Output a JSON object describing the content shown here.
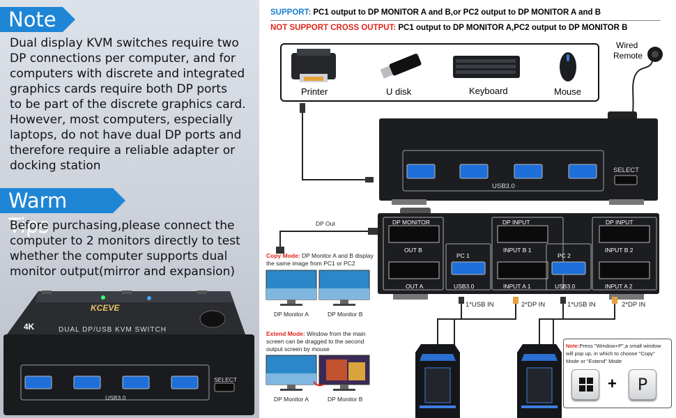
{
  "note": {
    "heading": "Note",
    "lines": [
      "Dual display KVM switches require two",
      "DP connections per computer, and for",
      "computers with discrete and integrated",
      "graphics cards require both DP ports",
      "to be part of the discrete graphics card.",
      "However, most computers, especially",
      "laptops, do not have dual DP ports and",
      "therefore require a reliable adapter or",
      "docking station"
    ]
  },
  "warm_tips": {
    "heading": "Warm Tips",
    "lines": [
      "Before purchasing,please connect the",
      "computer to 2 monitors directly to test",
      "whether the computer supports dual",
      "monitor output(mirror and expansion)"
    ]
  },
  "device_photo": {
    "brand": "KCEVE",
    "badge_4k": "4K",
    "model": "DUAL DP/USB KVM SWITCH",
    "usb_label": "USB3.0",
    "select_label": "SELECT"
  },
  "support_line": {
    "label": "SUPPORT:",
    "text": " PC1 output to DP MONITOR A and B,or PC2 output to DP MONITOR A and B"
  },
  "not_support_line": {
    "label": "NOT SUPPORT CROSS OUTPUT:",
    "text": " PC1 output to DP MONITOR A,PC2 output to DP MONITOR B"
  },
  "peripherals": [
    "Printer",
    "U disk",
    "Keyboard",
    "Mouse"
  ],
  "wired_remote": [
    "Wired",
    "Remote"
  ],
  "front_panel": {
    "usb_label": "USB3.0",
    "select_label": "SELECT"
  },
  "rear_panel": {
    "dp_monitor": "DP MONITOR",
    "out_b": "OUT B",
    "out_a": "OUT A",
    "pc1": "PC 1",
    "pc2": "PC 2",
    "usb_label_1": "USB3.0",
    "usb_label_2": "USB3.0",
    "dp_input_1": "DP INPUT",
    "input_b1": "INPUT B 1",
    "input_a1": "INPUT A 1",
    "dp_input_2": "DP INPUT",
    "input_b2": "INPUT B 2",
    "input_a2": "INPUT A 2"
  },
  "dp_out": "DP Out",
  "cable_labels": {
    "usb_in_1": "1*USB  IN",
    "dp_in_1": "2*DP IN",
    "usb_in_2": "1*USB  IN",
    "dp_in_2": "2*DP IN"
  },
  "copy_mode": {
    "label": "Copy Mode:",
    "text_1": " DP Monitor A and B display",
    "text_2": "the same image from PC1 or PC2",
    "monitor_a": "DP Monitor A",
    "monitor_b": "DP Monitor B"
  },
  "extend_mode": {
    "label": "Extend Mode:",
    "text_1": " Window from the main",
    "text_2": "screen can be dragged to the second",
    "text_3": "output screen by mouse",
    "monitor_a": "DP Monitor A",
    "monitor_b": "DP Monitor B"
  },
  "shortcut_note": {
    "label": "Note:",
    "text_1": "Press \"Window+P\",a small window",
    "text_2": "will pop up, in which to choose \"Copy\"",
    "text_3": "Mode or \"Extend\" Mode",
    "plus": "+",
    "p_key": "P"
  },
  "colors": {
    "tag_blue": "#1f86d6",
    "support_blue": "#1a7fd0",
    "alert_red": "#e0241b",
    "usb_port_blue": "#1e6fd9"
  }
}
